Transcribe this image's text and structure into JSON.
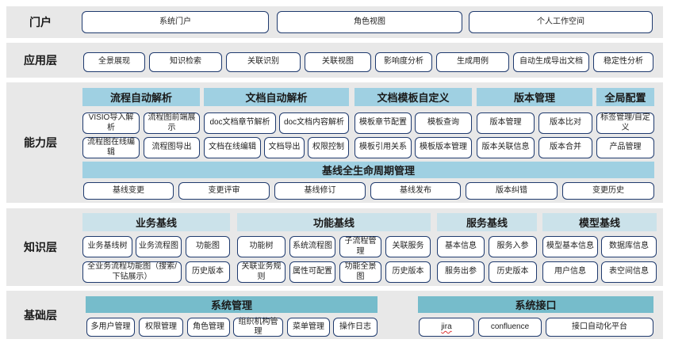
{
  "portal": {
    "name": "门户",
    "items": [
      "系统门户",
      "角色视图",
      "个人工作空间"
    ]
  },
  "app": {
    "name": "应用层",
    "items": [
      "全景展现",
      "知识检索",
      "关联识别",
      "关联视图",
      "影响度分析",
      "生成用例",
      "自动生成导出文档",
      "稳定性分析"
    ]
  },
  "capability": {
    "name": "能力层",
    "groups": [
      {
        "title": "流程自动解析",
        "items": [
          "VISIO导入解析",
          "流程图前端展示",
          "流程图在线编辑",
          "流程图导出"
        ]
      },
      {
        "title": "文档自动解析",
        "items": [
          "doc文档章节解析",
          "doc文档内容解析",
          "文档在线编辑",
          "文档导出",
          "权限控制"
        ]
      },
      {
        "title": "文档模板自定义",
        "items": [
          "模板章节配置",
          "模板查询",
          "模板引用关系",
          "模板版本管理"
        ]
      },
      {
        "title": "版本管理",
        "items": [
          "版本管理",
          "版本比对",
          "版本关联信息",
          "版本合并"
        ]
      },
      {
        "title": "全局配置",
        "items": [
          "标签管理/自定义",
          "产品管理"
        ]
      }
    ],
    "baseline_title": "基线全生命周期管理",
    "baseline_items": [
      "基线变更",
      "变更评审",
      "基线修订",
      "基线发布",
      "版本纠错",
      "变更历史"
    ]
  },
  "knowledge": {
    "name": "知识层",
    "groups": [
      {
        "title": "业务基线",
        "items": [
          "业务基线树",
          "业务流程图",
          "功能图",
          "全业务流程功能图（搜索/下钻展示）",
          "历史版本"
        ]
      },
      {
        "title": "功能基线",
        "items": [
          "功能树",
          "系统流程图",
          "子流程管理",
          "关联服务",
          "关联业务规则",
          "属性可配置",
          "功能全景图",
          "历史版本"
        ]
      },
      {
        "title": "服务基线",
        "items": [
          "基本信息",
          "服务入参",
          "服务出参",
          "历史版本"
        ]
      },
      {
        "title": "模型基线",
        "items": [
          "模型基本信息",
          "数据库信息",
          "用户信息",
          "表空间信息"
        ]
      }
    ]
  },
  "base": {
    "name": "基础层",
    "groups": [
      {
        "title": "系统管理",
        "items": [
          "多用户管理",
          "权限管理",
          "角色管理",
          "组织机构管理",
          "菜单管理",
          "操作日志"
        ]
      },
      {
        "title": "系统接口",
        "items": [
          "jira",
          "confluence",
          "接口自动化平台"
        ]
      }
    ]
  }
}
